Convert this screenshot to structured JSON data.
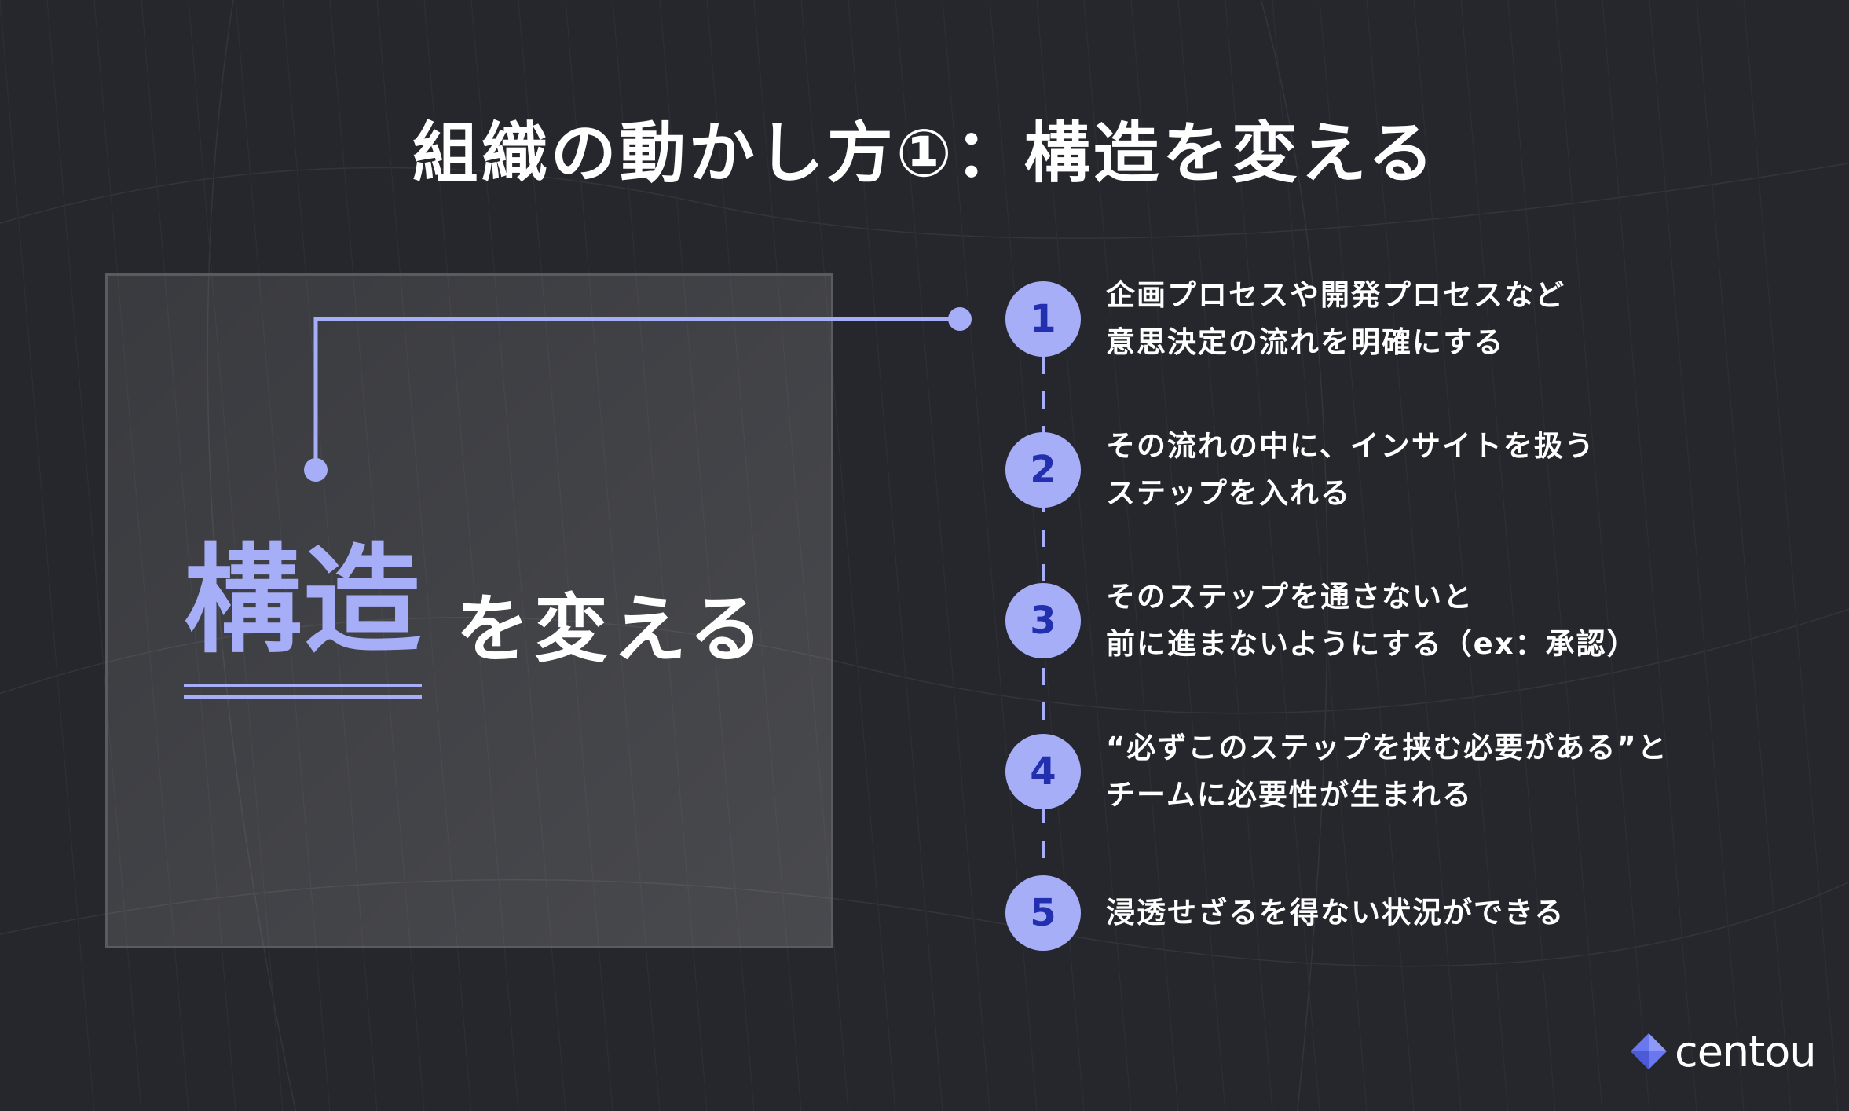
{
  "title": "組織の動かし方①：構造を変える",
  "panel": {
    "highlight": "構造",
    "rest": "を変える"
  },
  "steps": [
    {
      "number": "1",
      "lines": [
        "企画プロセスや開発プロセスなど",
        "意思決定の流れを明確にする"
      ]
    },
    {
      "number": "2",
      "lines": [
        "その流れの中に、インサイトを扱う",
        "ステップを入れる"
      ]
    },
    {
      "number": "3",
      "lines": [
        "そのステップを通さないと",
        "前に進まないようにする（ex：承認）"
      ]
    },
    {
      "number": "4",
      "lines": [
        "“必ずこのステップを挟む必要がある”と",
        "チームに必要性が生まれる"
      ]
    },
    {
      "number": "5",
      "lines": [
        "浸透せざるを得ない状況ができる"
      ]
    }
  ],
  "logo": {
    "text": "centou",
    "icon": "diamond-logo-icon"
  },
  "colors": {
    "background": "#26272c",
    "accent": "#a7aef8",
    "number_text": "#2230b0"
  }
}
